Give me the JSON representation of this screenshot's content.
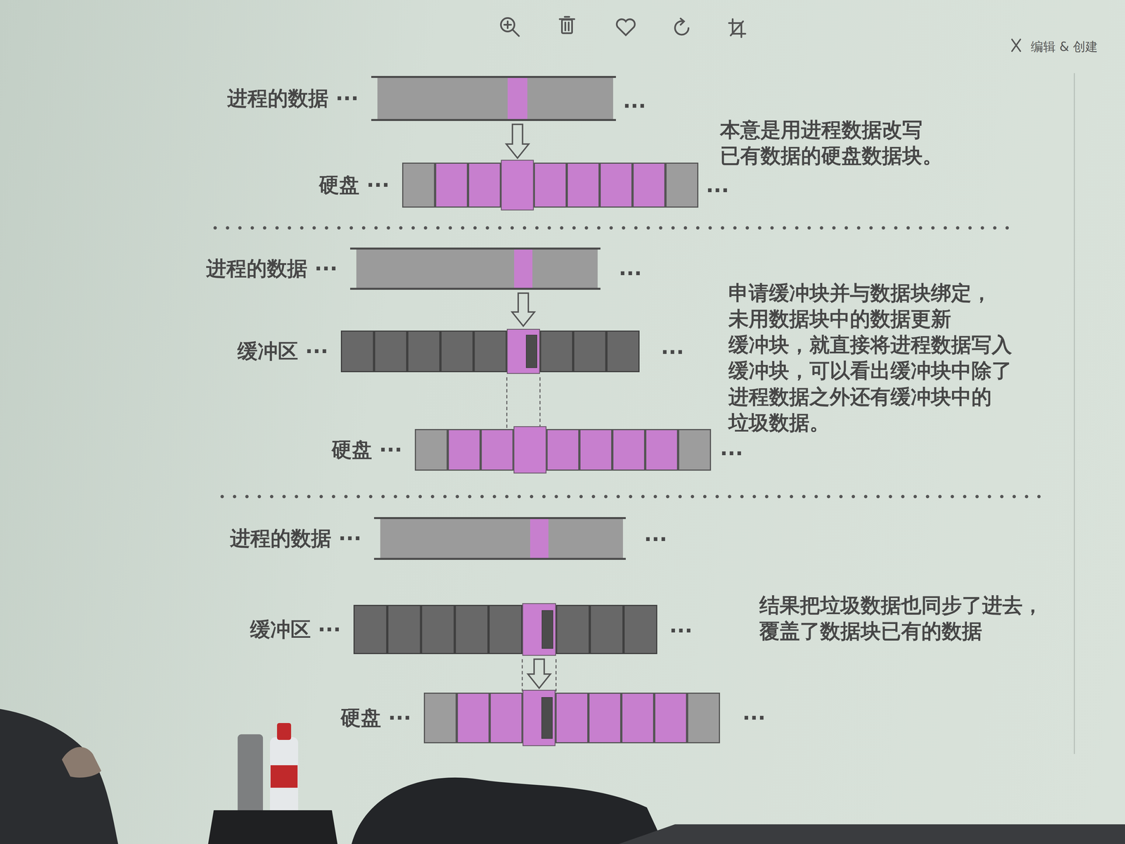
{
  "diagram": {
    "nodes": [
      {
        "text": [
          "进程的数据 ···"
        ]
      },
      {
        "text": [
          "硬盘 ···"
        ]
      },
      {
        "text": [
          "进程的数据 ···"
        ]
      },
      {
        "text": [
          "缓冲区 ···"
        ]
      },
      {
        "text": [
          "硬盘 ···"
        ]
      },
      {
        "text": [
          "进程的数据 ···"
        ]
      },
      {
        "text": [
          "缓冲区 ···"
        ]
      },
      {
        "text": [
          "硬盘 ···"
        ]
      }
    ],
    "edges": [
      {
        "from": 0,
        "to": 1,
        "arrow": "to"
      },
      {
        "from": 2,
        "to": 3,
        "arrow": "to"
      },
      {
        "from": 3,
        "to": 4,
        "arrow": "none"
      },
      {
        "from": 6,
        "to": 7,
        "arrow": "to"
      }
    ],
    "labels": [
      "编辑 & 创建",
      "···",
      "···",
      "本意是用进程数据改写 已有数据的硬盘数据块。",
      "···",
      "···",
      "···",
      "申请缓冲块并与数据块绑定， 未用数据块中的数据更新 缓冲块，就直接将进程数据写入 缓冲块，可以看出缓冲块中除了 进程数据之外还有缓冲块中的 垃圾数据。",
      "···",
      "···",
      "···",
      "结果把垃圾数据也同步了进去， 覆盖了数据块已有的数据"
    ]
  }
}
